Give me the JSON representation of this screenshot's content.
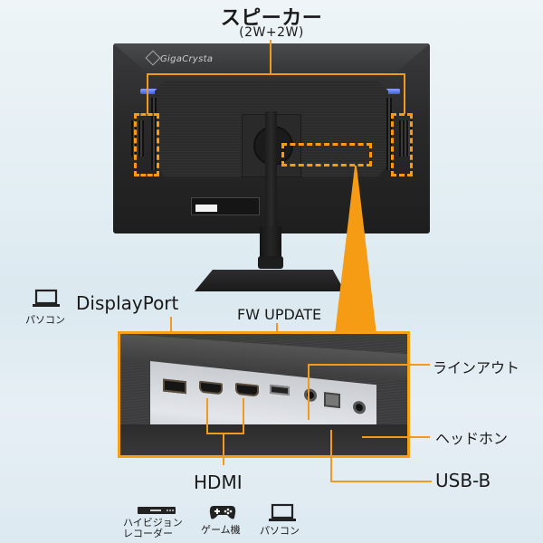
{
  "header": {
    "title": "スピーカー",
    "subtitle": "(2W+2W)"
  },
  "monitor": {
    "brand_logo": "GigaCrysta",
    "highlights": [
      "left-speaker",
      "right-speaker",
      "port-panel"
    ]
  },
  "callouts": {
    "displayport": {
      "label": "DisplayPort",
      "device_label": "パソコン",
      "device_icon": "laptop-icon"
    },
    "fw_update": {
      "label": "FW UPDATE"
    },
    "line_out": {
      "label": "ラインアウト"
    },
    "headphone": {
      "label": "ヘッドホン"
    },
    "usb_b": {
      "label": "USB-B"
    },
    "hdmi": {
      "label": "HDMI",
      "devices": [
        {
          "label_line1": "ハイビジョン",
          "label_line2": "レコーダー",
          "icon": "recorder-icon"
        },
        {
          "label_line1": "ゲーム機",
          "label_line2": "",
          "icon": "gamepad-icon"
        },
        {
          "label_line1": "パソコン",
          "label_line2": "",
          "icon": "laptop-icon"
        }
      ]
    }
  },
  "colors": {
    "accent_orange": "#f59b14",
    "background": "#e3eef3",
    "monitor_body": "#2a2a2b",
    "blue_led": "#4a6cf0"
  }
}
